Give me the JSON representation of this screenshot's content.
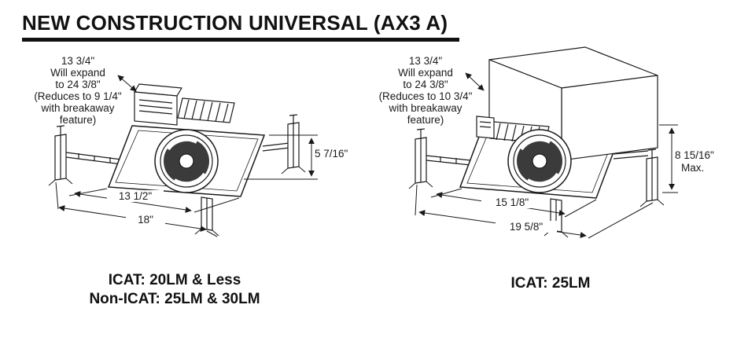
{
  "page": {
    "title": "NEW CONSTRUCTION UNIVERSAL (AX3 A)"
  },
  "figures": {
    "left": {
      "expand_note": "13 3/4\"\nWill expand\nto 24 3/8\"\n(Reduces to 9 1/4\"\nwith breakaway\nfeature)",
      "height_dim": "5 7/16\"",
      "inner_width_dim": "13 1/2\"",
      "outer_width_dim": "18\"",
      "caption_line1": "ICAT: 20LM & Less",
      "caption_line2": "Non-ICAT: 25LM & 30LM"
    },
    "right": {
      "expand_note": "13 3/4\"\nWill expand\nto 24 3/8\"\n(Reduces to 10 3/4\"\nwith breakaway\nfeature)",
      "height_dim": "8 15/16\"",
      "height_dim_suffix": "Max.",
      "inner_width_dim": "15 1/8\"",
      "outer_width_dim": "19 5/8\"",
      "caption": "ICAT: 25LM"
    }
  }
}
